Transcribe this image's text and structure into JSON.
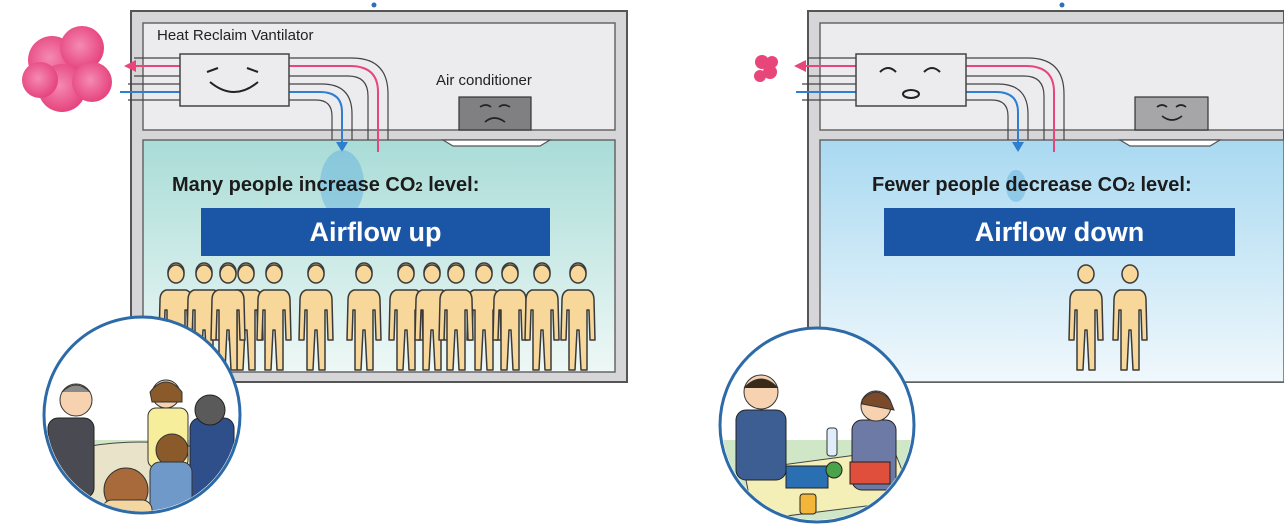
{
  "left_scene": {
    "hrv_label": "Heat Reclaim Vantilator",
    "ac_label": "Air conditioner",
    "headline_main": "Many people increase CO",
    "headline_sub": "2",
    "headline_end": " level:",
    "banner": "Airflow up",
    "people_count": 14,
    "inset_scene": "meeting"
  },
  "right_scene": {
    "headline_main": "Fewer people decrease CO",
    "headline_sub": "2",
    "headline_end": " level:",
    "banner": "Airflow down",
    "people_count": 2,
    "inset_scene": "lunch"
  },
  "colors": {
    "exhaust": "#e8457a",
    "supply": "#2f7fd0",
    "banner": "#1b56a6",
    "person": "#f7d79a",
    "room_left": "#a9dcd7",
    "room_right": "#a9d9f1",
    "ceiling": "#ececee",
    "inset_border": "#2d6aa8"
  }
}
